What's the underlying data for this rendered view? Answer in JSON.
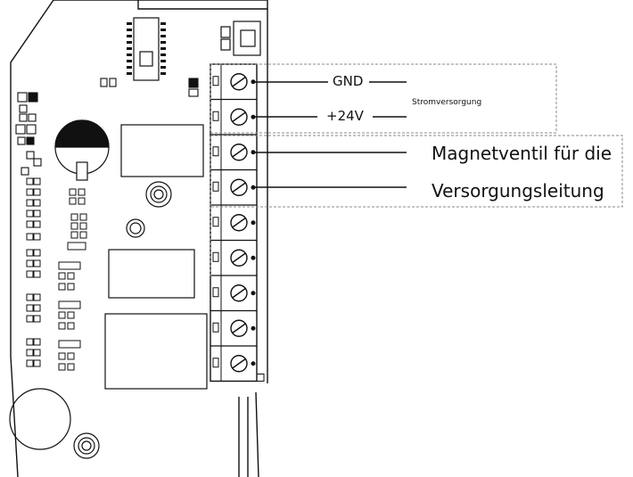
{
  "labels": {
    "gnd": "GND",
    "v24": "+24V",
    "power_supply": "Stromversorgung",
    "valve_line1": "Magnetventil für die",
    "valve_line2": "Versorgungsleitung"
  },
  "terminal_block": {
    "terminal_count": 9,
    "wired_terminals": [
      {
        "index": 1,
        "label_key": "gnd"
      },
      {
        "index": 2,
        "label_key": "v24"
      },
      {
        "index": 3,
        "label_key": "valve"
      },
      {
        "index": 4,
        "label_key": "valve"
      }
    ]
  },
  "colors": {
    "line": "#111111",
    "dashed_box": "#888888",
    "background": "#ffffff"
  }
}
